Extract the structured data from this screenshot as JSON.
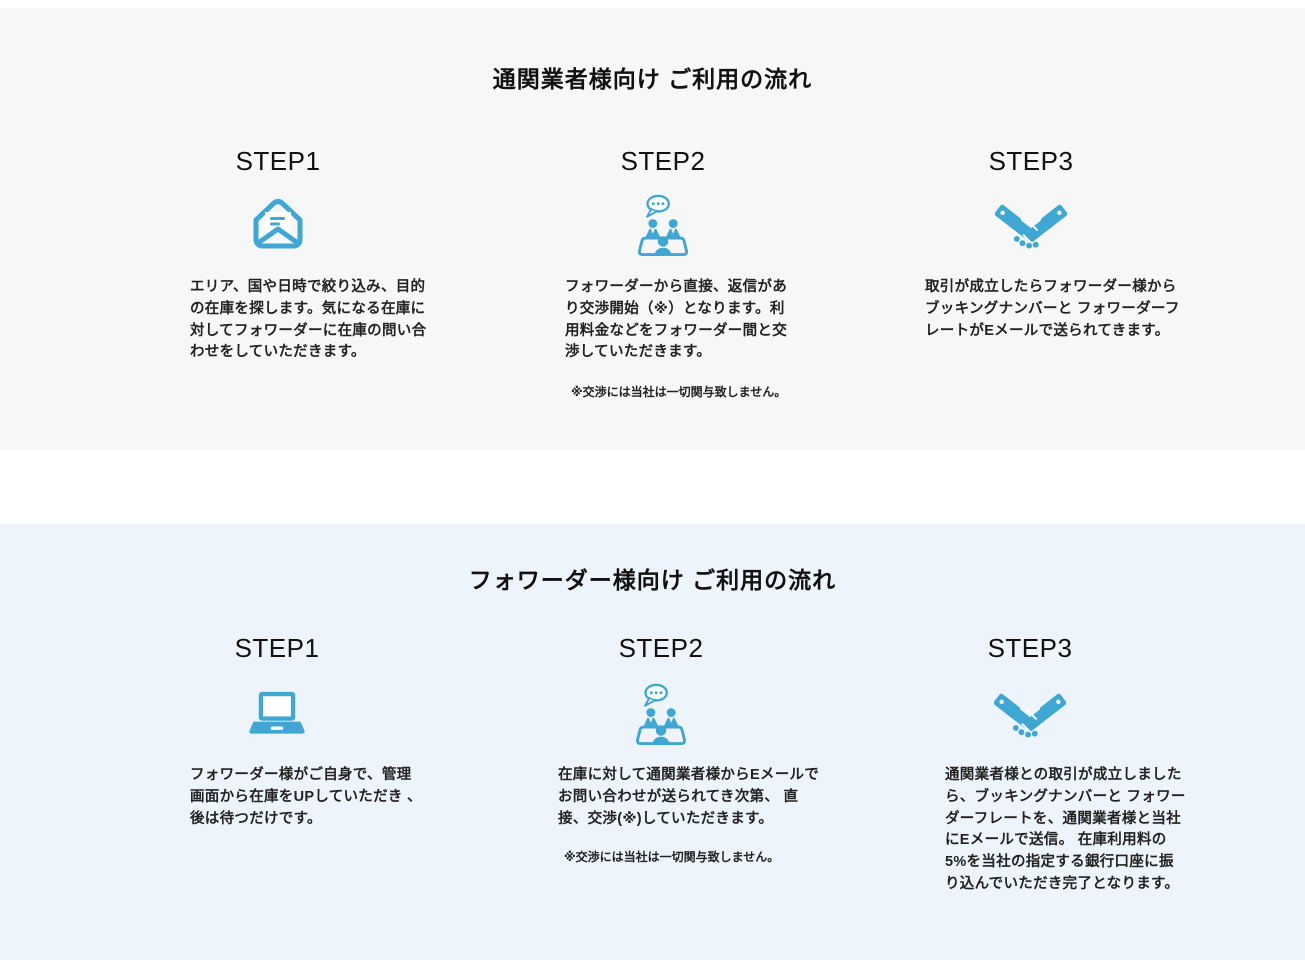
{
  "colors": {
    "accent": "#3EA7D3",
    "section1_bg": "#F7F7F8",
    "section2_bg": "#EDF4FC",
    "text": "#222222"
  },
  "sections": [
    {
      "title": "通関業者様向け ご利用の流れ",
      "audience": "customs-broker",
      "steps": [
        {
          "label": "STEP1",
          "icon": "open-email-icon",
          "description": "エリア、国や日時で絞り込み、目的の在庫を探します。気になる在庫に対してフォワーダーに在庫の問い合わせをしていただきます。",
          "note": ""
        },
        {
          "label": "STEP2",
          "icon": "negotiation-icon",
          "description": "フォワーダーから直接、返信があり交渉開始（※）となります。利用料金などをフォワーダー間と交渉していただきます。",
          "note": "※交渉には当社は一切関与致しません。"
        },
        {
          "label": "STEP3",
          "icon": "handshake-icon",
          "description": "取引が成立したらフォワーダー様からブッキングナンバーと フォワーダーフレートがEメールで送られてきます。",
          "note": ""
        }
      ]
    },
    {
      "title": "フォワーダー様向け ご利用の流れ",
      "audience": "forwarder",
      "steps": [
        {
          "label": "STEP1",
          "icon": "laptop-icon",
          "description": "フォワーダー様がご自身で、管理画面から在庫をUPしていただき 、後は待つだけです。",
          "note": ""
        },
        {
          "label": "STEP2",
          "icon": "negotiation-icon",
          "description": "在庫に対して通関業者様からEメールでお問い合わせが送られてき次第、 直接、交渉(※)していただきます。",
          "note": "※交渉には当社は一切関与致しません。"
        },
        {
          "label": "STEP3",
          "icon": "handshake-icon",
          "description": "通関業者様との取引が成立しましたら、ブッキングナンバーと フォワーダーフレートを、通関業者様と当社にEメールで送信。 在庫利用料の5%を当社の指定する銀行口座に振り込んでいただき完了となります。",
          "note": ""
        }
      ]
    }
  ]
}
